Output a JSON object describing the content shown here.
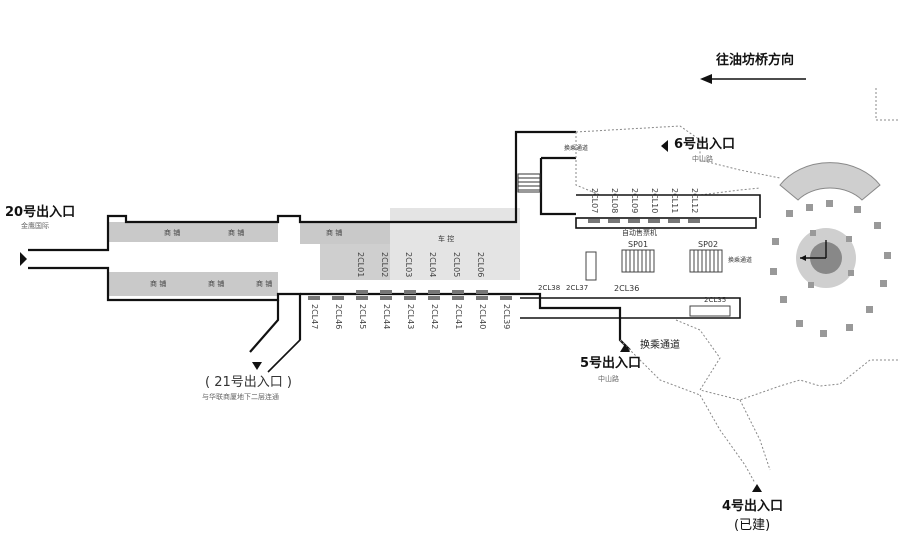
{
  "direction": {
    "label": "往油坊桥方向"
  },
  "exits": {
    "exit20": {
      "name": "20号出入口",
      "note": "金鹰国际"
    },
    "exit21": {
      "name": "( 21号出入口 )",
      "note": "与华联商厦地下二层连通"
    },
    "exit6": {
      "name": "6号出入口",
      "note": "中山路"
    },
    "exit5": {
      "name": "5号出入口",
      "note": "中山路"
    },
    "exit4": {
      "name": "4号出入口",
      "note": "(已建)"
    }
  },
  "labels": {
    "transfer": "换乘通道",
    "transfer_small": "换乘通道",
    "transfer_small2": "换乘通道",
    "vending": "自动售票机",
    "station": "车 控",
    "sp01": "SP01",
    "sp02": "SP02",
    "shops": [
      "商 铺",
      "商 铺",
      "商 铺",
      "商 铺",
      "商 铺",
      "商 铺"
    ]
  },
  "stall_codes_upper": [
    "2CL01",
    "2CL02",
    "2CL03",
    "2CL04",
    "2CL05",
    "2CL06"
  ],
  "stall_codes_lower": [
    "2CL47",
    "2CL46",
    "2CL45",
    "2CL44",
    "2CL43",
    "2CL42",
    "2CL41",
    "2CL40",
    "2CL39"
  ],
  "stall_codes_right_top": [
    "2CL07",
    "2CL08",
    "2CL09",
    "2CL10",
    "2CL11",
    "2CL12"
  ],
  "stall_codes_right_bottom": [
    "2CL38",
    "2CL37",
    "2CL36"
  ],
  "stall_code_35": "2CL35",
  "colors": {
    "wall": "#111111",
    "shop_fill": "#c9c9c9",
    "hall_fill": "#e4e4e4",
    "accent": "#111111"
  }
}
